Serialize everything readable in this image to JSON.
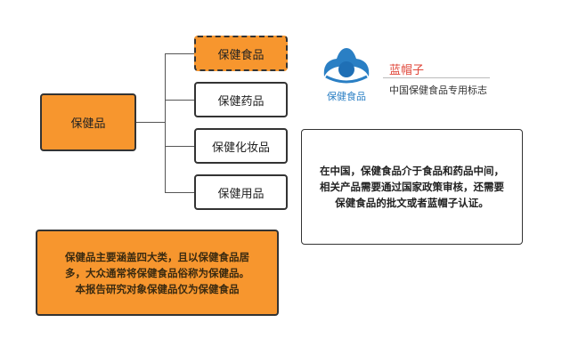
{
  "root": {
    "label": "保健品"
  },
  "children": [
    {
      "label": "保健食品"
    },
    {
      "label": "保健药品"
    },
    {
      "label": "保健化妆品"
    },
    {
      "label": "保健用品"
    }
  ],
  "logo": {
    "caption": "保健食品",
    "title": "蓝帽子",
    "subtitle": "中国保健食品专用标志"
  },
  "right_note": {
    "lines": [
      "在中国，保健食品介于食品和药品中间，",
      "相关产品需要通过国家政策审核，还需要",
      "保健食品的批文或者蓝帽子认证。"
    ]
  },
  "bottom_note": {
    "lines": [
      "保健品主要涵盖四大类，且以保健食品居",
      "多，大众通常将保健食品俗称为保健品。",
      "本报告研究对象保健品仅为保健食品"
    ]
  }
}
